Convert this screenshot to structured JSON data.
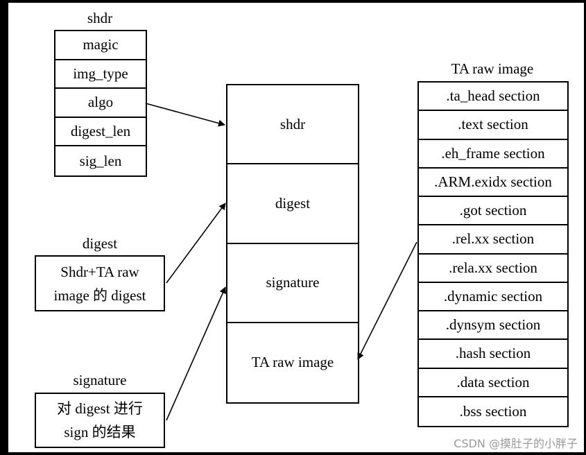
{
  "shdr_table": {
    "title": "shdr",
    "fields": [
      "magic",
      "img_type",
      "algo",
      "digest_len",
      "sig_len"
    ]
  },
  "image_stack": {
    "parts": [
      "shdr",
      "digest",
      "signature",
      "TA raw image"
    ]
  },
  "digest_note": {
    "title": "digest",
    "lines": [
      "Shdr+TA raw",
      "image 的 digest"
    ]
  },
  "signature_note": {
    "title": "signature",
    "lines": [
      "对 digest 进行",
      "sign 的结果"
    ]
  },
  "ta_raw_image": {
    "title": "TA raw image",
    "sections": [
      ".ta_head section",
      ".text section",
      ".eh_frame section",
      ".ARM.exidx section",
      ".got section",
      ".rel.xx section",
      ".rela.xx section",
      ".dynamic section",
      ".dynsym section",
      ".hash section",
      ".data section",
      ".bss section"
    ]
  },
  "watermark": "CSDN @摸肚子的小胖子"
}
